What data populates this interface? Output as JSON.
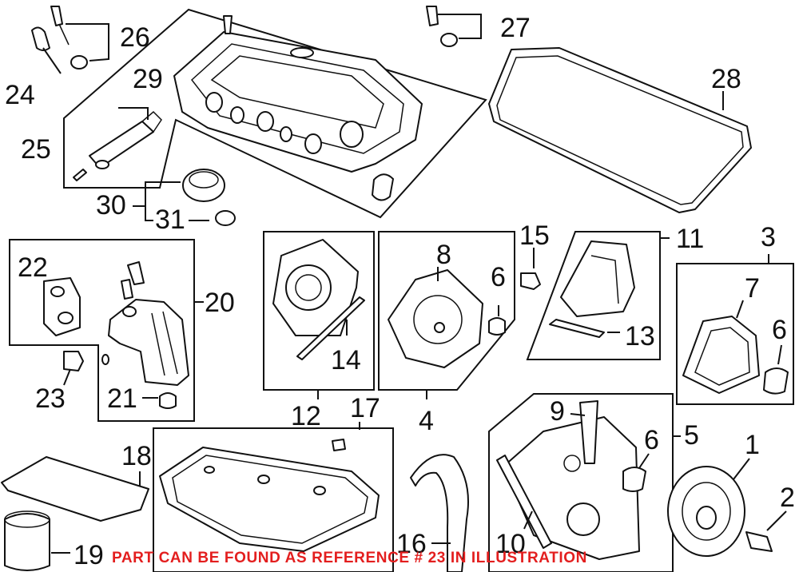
{
  "callouts": {
    "c1": "1",
    "c2": "2",
    "c3": "3",
    "c4": "4",
    "c5": "5",
    "c6a": "6",
    "c6b": "6",
    "c6c": "6",
    "c7": "7",
    "c8": "8",
    "c9": "9",
    "c10": "10",
    "c11": "11",
    "c12": "12",
    "c13": "13",
    "c14": "14",
    "c15": "15",
    "c16": "16",
    "c17": "17",
    "c18": "18",
    "c19": "19",
    "c20": "20",
    "c21": "21",
    "c22": "22",
    "c23": "23",
    "c24": "24",
    "c25": "25",
    "c26": "26",
    "c27": "27",
    "c28": "28",
    "c29": "29",
    "c30": "30",
    "c31": "31"
  },
  "notice": "PART CAN BE FOUND AS REFERENCE # 23 IN ILLUSTRATION",
  "colors": {
    "notice": "#e31e1e",
    "line": "#111111",
    "background": "#ffffff"
  }
}
